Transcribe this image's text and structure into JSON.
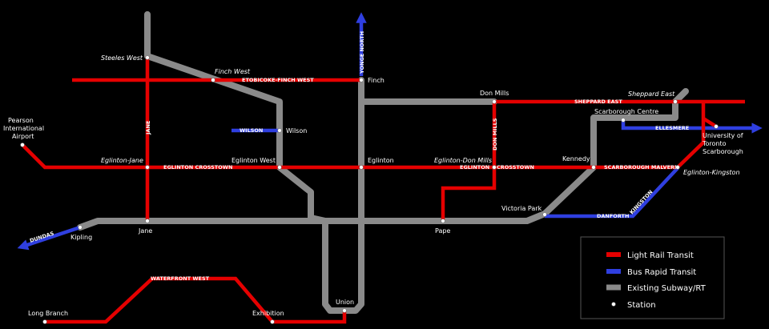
{
  "colors": {
    "background": "#000000",
    "light_rail": "#e50000",
    "bus_rapid": "#2f3fe0",
    "subway": "#8a8a8a",
    "station": "#ffffff"
  },
  "stations": {
    "steeles_west": "Steeles West",
    "finch_west": "Finch West",
    "finch": "Finch",
    "don_mills": "Don Mills",
    "sheppard_east": "Sheppard East",
    "scarborough_centre": "Scarborough Centre",
    "pearson": [
      "Pearson",
      "International",
      "Airport"
    ],
    "wilson": "Wilson",
    "utsc": [
      "University of",
      "Toronto",
      "Scarborough"
    ],
    "eglinton_jane": "Eglinton-Jane",
    "eglinton_west": "Eglinton West",
    "eglinton": "Eglinton",
    "eglinton_don_mills": "Eglinton-Don Mills",
    "kennedy": "Kennedy",
    "eglinton_kingston": "Eglinton-Kingston",
    "victoria_park": "Victoria Park",
    "kipling": "Kipling",
    "jane": "Jane",
    "pape": "Pape",
    "long_branch": "Long Branch",
    "exhibition": "Exhibition",
    "union": "Union"
  },
  "lines": {
    "etobicoke_finch_west": "ETOBICOKE-FINCH WEST",
    "yonge_north": "YONGE NORTH",
    "sheppard_east": "SHEPPARD EAST",
    "ellesmere": "ELLESMERE",
    "wilson": "WILSON",
    "jane": "JANE",
    "don_mills": "DON MILLS",
    "eglinton_crosstown": "EGLINTON CROSSTOWN",
    "eglinton": "EGLINTON",
    "crosstown": "CROSSTOWN",
    "scarborough_malvern": "SCARBOROUGH MALVERN",
    "kingston": "KINGSTON",
    "danforth": "DANFORTH",
    "dundas": "DUNDAS",
    "waterfront_west": "WATERFRONT WEST"
  },
  "legend": {
    "items": [
      {
        "label": "Light Rail Transit",
        "kind": "lrt"
      },
      {
        "label": "Bus Rapid Transit",
        "kind": "brt"
      },
      {
        "label": "Existing Subway/RT",
        "kind": "subway"
      },
      {
        "label": "Station",
        "kind": "station"
      }
    ]
  }
}
